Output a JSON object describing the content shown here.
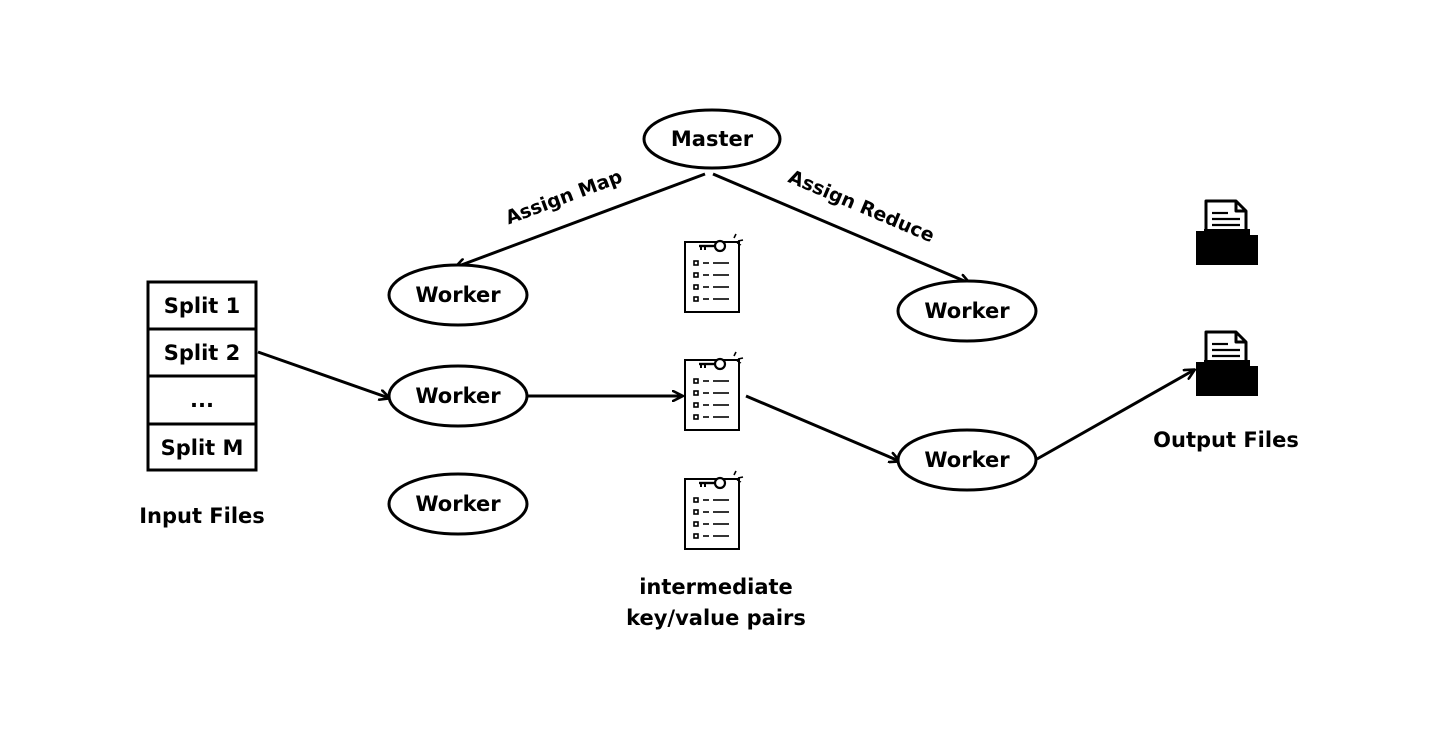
{
  "master": {
    "label": "Master"
  },
  "edges": {
    "assign_map": "Assign Map",
    "assign_reduce": "Assign Reduce"
  },
  "map_workers": [
    {
      "label": "Worker"
    },
    {
      "label": "Worker"
    },
    {
      "label": "Worker"
    }
  ],
  "reduce_workers": [
    {
      "label": "Worker"
    },
    {
      "label": "Worker"
    }
  ],
  "input_files": {
    "splits": [
      "Split 1",
      "Split 2",
      "...",
      "Split M"
    ],
    "caption": "Input Files"
  },
  "intermediate": {
    "caption_line1": "intermediate",
    "caption_line2": "key/value pairs",
    "icon": "key-list-document-icon"
  },
  "output_files": {
    "caption": "Output Files",
    "icon": "document-folder-icon"
  },
  "colors": {
    "stroke": "#000000",
    "background": "#ffffff"
  }
}
